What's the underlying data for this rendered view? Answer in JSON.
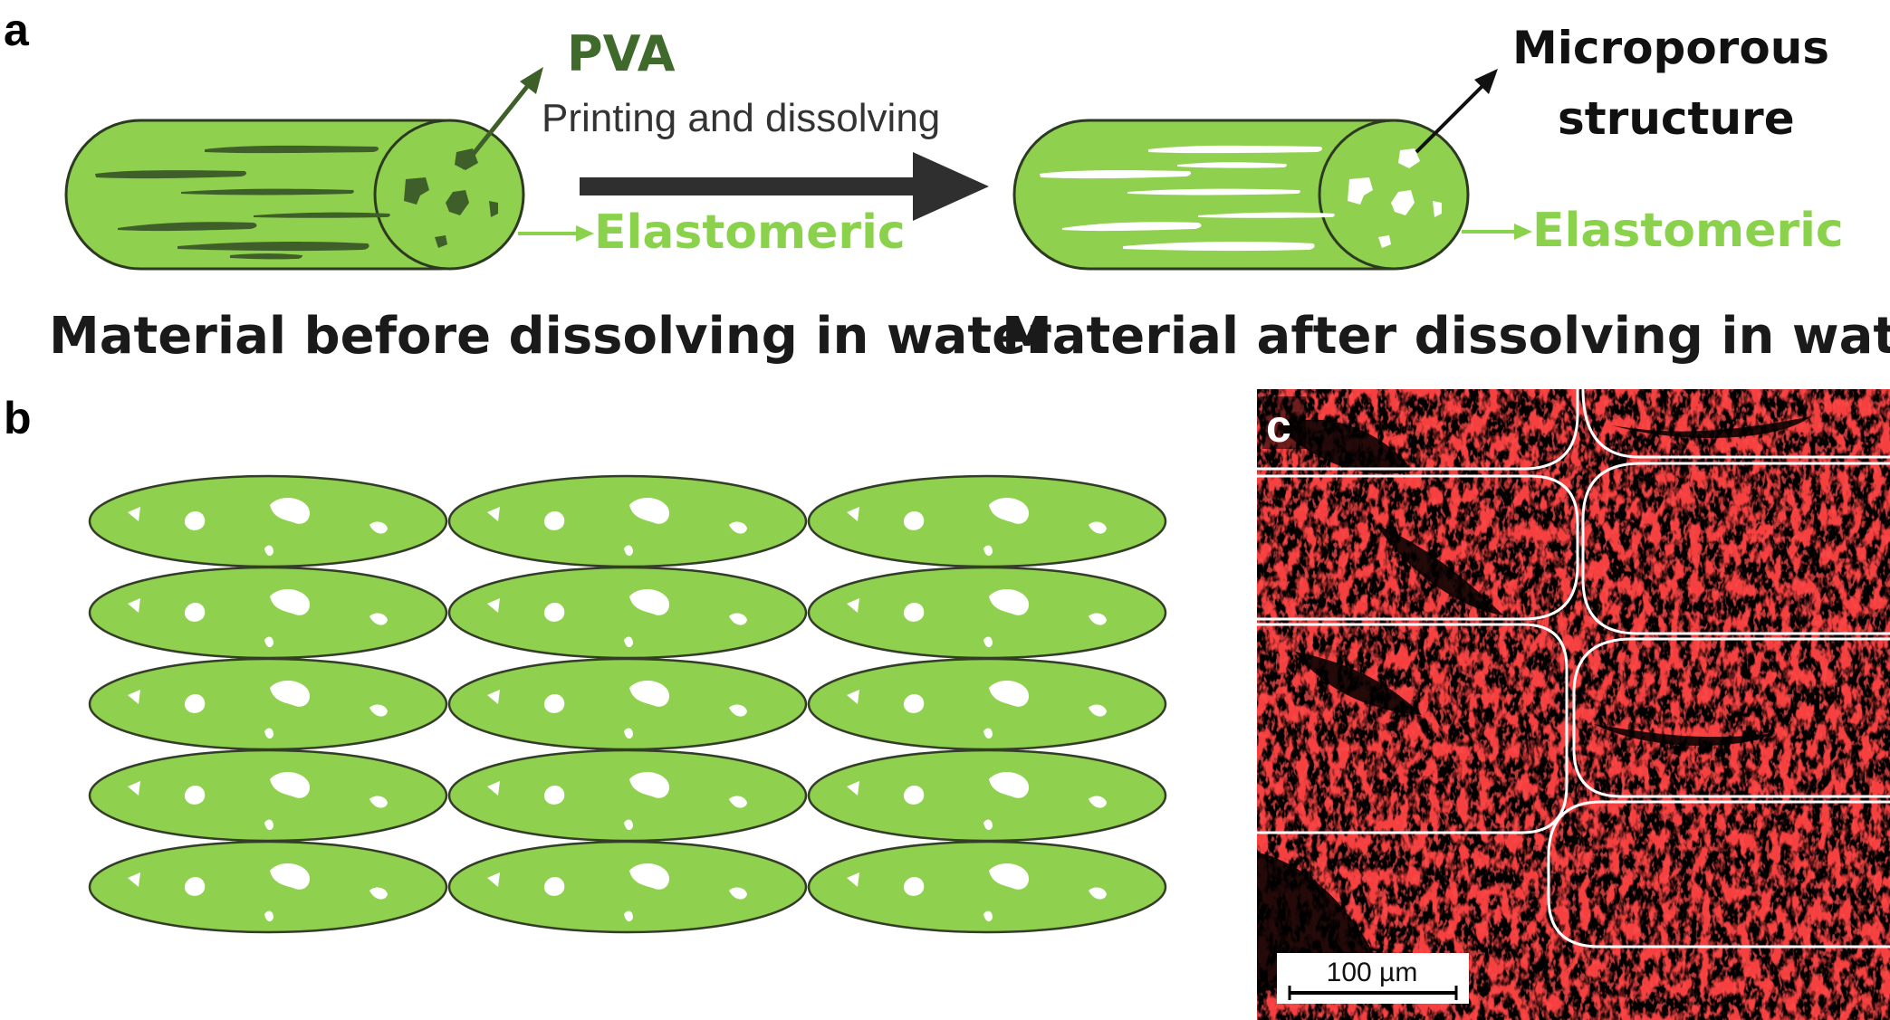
{
  "panels": {
    "a": {
      "letter": "a",
      "before": {
        "label_pva": "PVA",
        "label_elastomeric": "Elastomeric",
        "caption": "Material before dissolving in water"
      },
      "process_label": "Printing and dissolving",
      "after": {
        "label_microporous_line1": "Microporous",
        "label_microporous_line2": "structure",
        "label_elastomeric": "Elastomeric",
        "caption": "Material after dissolving in water"
      }
    },
    "b": {
      "letter": "b",
      "rows": 5,
      "columns": 3
    },
    "c": {
      "letter": "c",
      "scale_bar": "100 µm"
    }
  },
  "colors": {
    "elastomer_green": "#8fd04e",
    "pva_dark_green": "#3e5f2a",
    "outline": "#2d3a22",
    "arrow_gray": "#2f2f2f",
    "micrograph_red": "#e01616"
  }
}
